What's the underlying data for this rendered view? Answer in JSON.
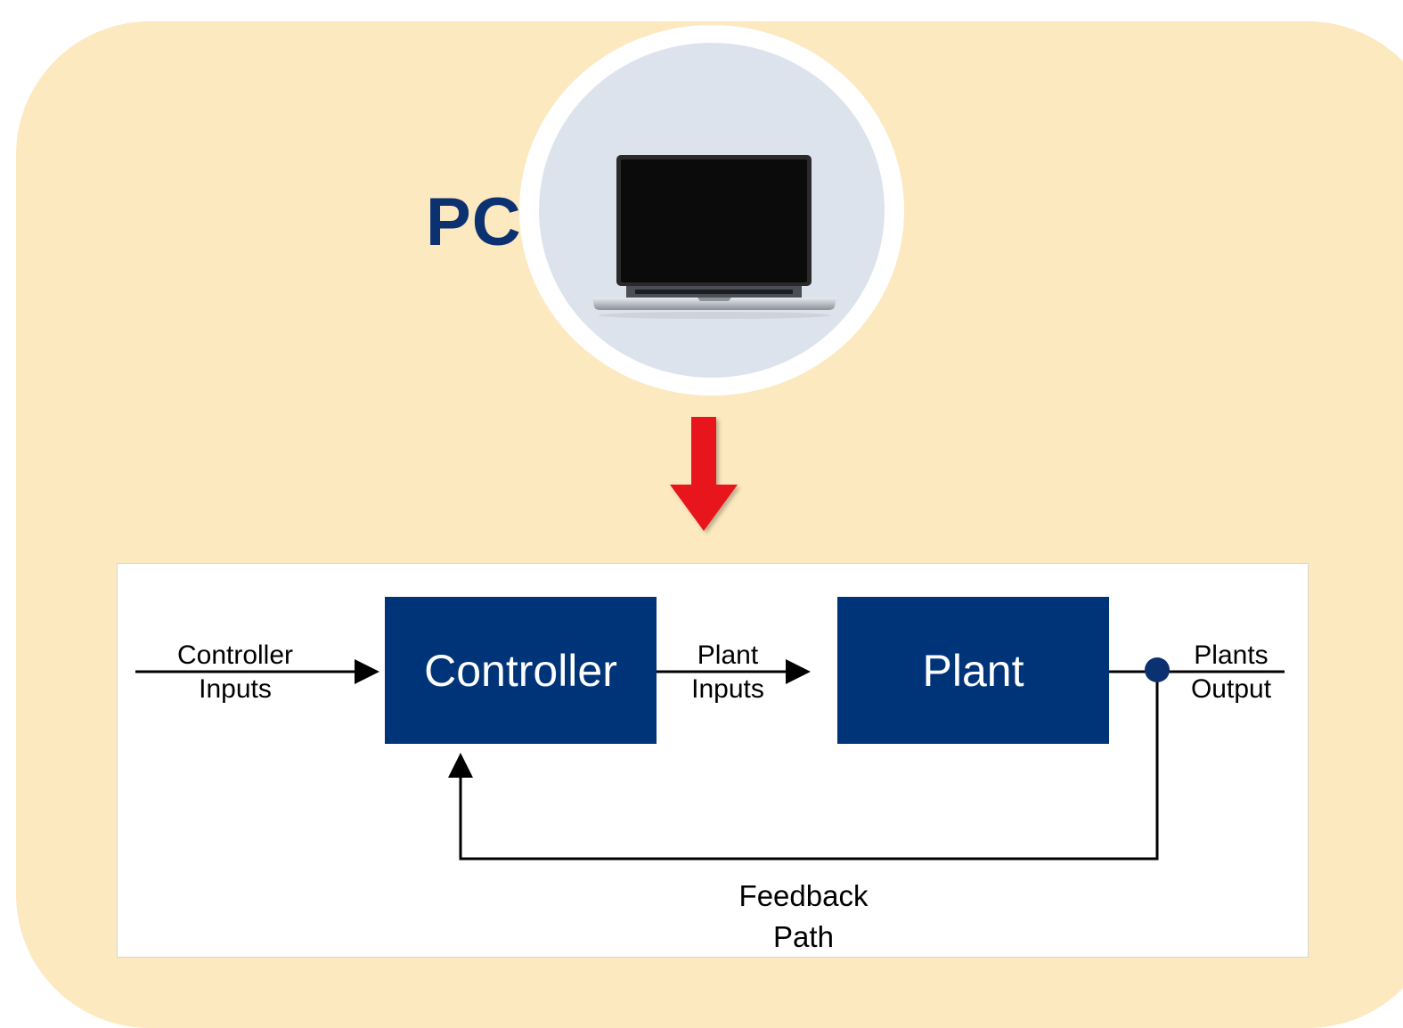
{
  "pc": {
    "label": "PC",
    "icon": "laptop-icon"
  },
  "connector": {
    "icon": "red-down-arrow-icon",
    "color": "#e8141a"
  },
  "block_diagram": {
    "blocks": {
      "controller": "Controller",
      "plant": "Plant"
    },
    "labels": {
      "controller_inputs": [
        "Controller",
        "Inputs"
      ],
      "plant_inputs": [
        "Plant",
        "Inputs"
      ],
      "plants_output": [
        "Plants",
        "Output"
      ],
      "feedback_path": [
        "Feedback",
        "Path"
      ]
    },
    "colors": {
      "block": "#003478",
      "junction": "#0b3170",
      "panel": "#fde9c0",
      "pc_label": "#0b3170"
    }
  }
}
